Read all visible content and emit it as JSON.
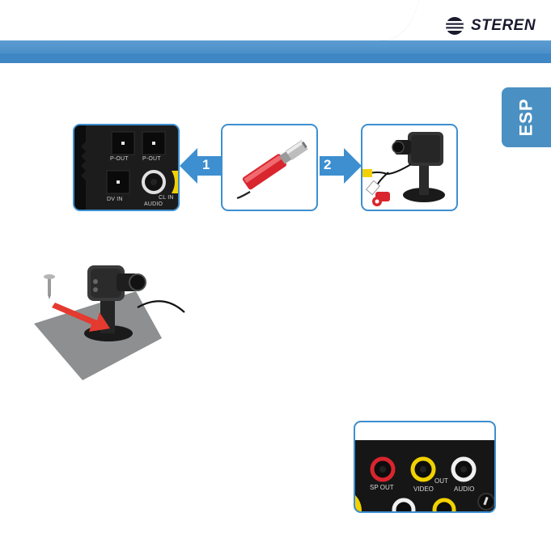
{
  "header": {
    "brand": "STEREN",
    "language_tab": "ESP"
  },
  "step_arrows": {
    "left_number": "1",
    "right_number": "2"
  },
  "panel_left_labels": {
    "p_out_1": "P-OUT",
    "p_out_2": "P-OUT",
    "dc_in": "DV IN",
    "audio": "AUDIO",
    "cl_in": "CL IN"
  },
  "panel_bottom_labels": {
    "sp_out": "SP OUT",
    "out": "OUT",
    "video": "VIDEO",
    "audio": "AUDIO"
  },
  "colors": {
    "accent_blue": "#3d8fd0",
    "header_blue": "#4a90c2",
    "plug_red": "#d9252e",
    "arrow_red": "#e43a2f",
    "jack_yellow": "#f2d100"
  }
}
